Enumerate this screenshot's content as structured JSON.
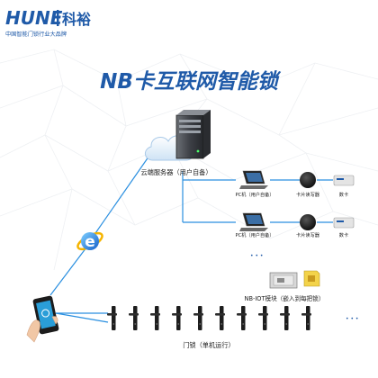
{
  "brand": {
    "logo_text": "HUNE",
    "name_cn": "科裕",
    "tagline": "中国智能门锁行业大品牌",
    "primary_color": "#1f5aa8"
  },
  "title": "NB卡互联网智能锁",
  "cloud_server": {
    "label": "云端服务器（用户自备）",
    "icon": "server-icon"
  },
  "pc_rows": [
    {
      "pc_label": "PC机（用户自备）",
      "reader_label": "卡片读写器",
      "card_label": "数卡"
    },
    {
      "pc_label": "PC机（用户自备）",
      "reader_label": "卡片读写器",
      "card_label": "数卡"
    }
  ],
  "more_ellipsis": "• • •",
  "nb_iot": {
    "label": "NB-IOT模块（嵌入到每把锁）"
  },
  "door_locks": {
    "label": "门锁（单机运行）",
    "count": 10,
    "ellipsis": "• • •"
  },
  "icons": [
    "internet-explorer-icon",
    "smartphone-icon",
    "cloud-icon",
    "laptop-icon",
    "card-reader-icon",
    "card-icon",
    "nb-iot-module-icon",
    "sim-card-icon",
    "door-lock-icon"
  ],
  "colors": {
    "link_blue": "#2a8fe0",
    "accent_blue": "#1f5aa8",
    "text": "#222222"
  }
}
